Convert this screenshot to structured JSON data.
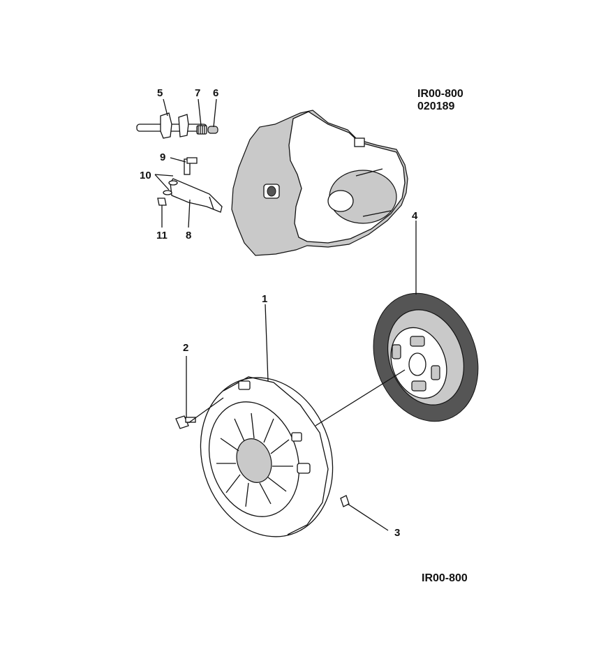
{
  "header": {
    "code_line1": "IR00-800",
    "code_line2": "020189"
  },
  "footer": {
    "code": "IR00-800"
  },
  "callouts": {
    "c1": "1",
    "c2": "2",
    "c3": "3",
    "c4": "4",
    "c5": "5",
    "c6": "6",
    "c7": "7",
    "c8": "8",
    "c9": "9",
    "c10": "10",
    "c11": "11"
  }
}
